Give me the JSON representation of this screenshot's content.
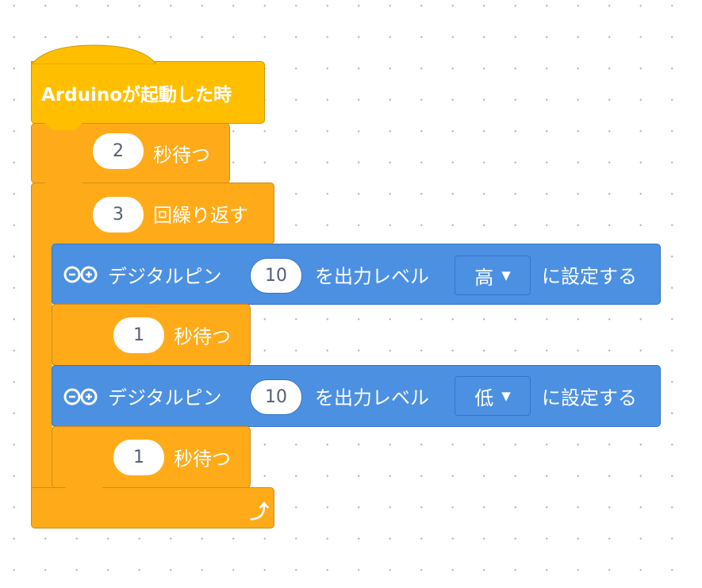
{
  "hat": {
    "label": "Arduinoが起動した時"
  },
  "wait1": {
    "value": "2",
    "label": "秒待つ"
  },
  "repeat": {
    "value": "3",
    "label": "回繰り返す"
  },
  "set1": {
    "label_pin": "デジタルピン",
    "pin": "10",
    "label_level": "を出力レベル",
    "level": "高",
    "label_end": "に設定する"
  },
  "wait2": {
    "value": "1",
    "label": "秒待つ"
  },
  "set2": {
    "label_pin": "デジタルピン",
    "pin": "10",
    "label_level": "を出力レベル",
    "level": "低",
    "label_end": "に設定する"
  },
  "wait3": {
    "value": "1",
    "label": "秒待つ"
  },
  "icons": {
    "arduino": "arduino-infinity-icon",
    "dropdown": "triangle-down",
    "loop": "loop-arrow"
  },
  "colors": {
    "hat": "#FFBF00",
    "control": "#FFAB19",
    "arduino": "#4C90E2"
  }
}
